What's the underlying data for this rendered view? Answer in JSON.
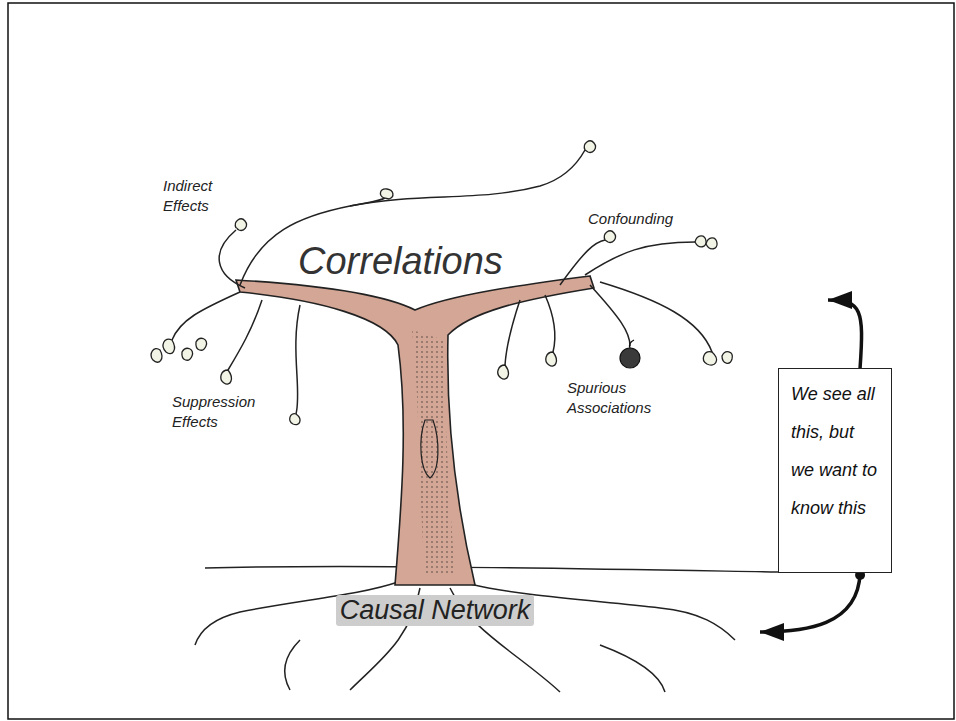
{
  "diagram": {
    "nodes": [
      {
        "text": [
          "Correlations"
        ]
      },
      {
        "text": [
          "We see all this, but we want to know this"
        ]
      },
      {
        "text": [
          "Causal Network"
        ]
      }
    ],
    "edges": [
      {
        "from": 1,
        "to": 0,
        "arrow": "to"
      },
      {
        "from": 1,
        "to": 2,
        "arrow": "to"
      }
    ],
    "labels": [
      "Indirect Effects",
      "Confounding",
      "Suppression Effects",
      "Spurious Associations"
    ]
  }
}
